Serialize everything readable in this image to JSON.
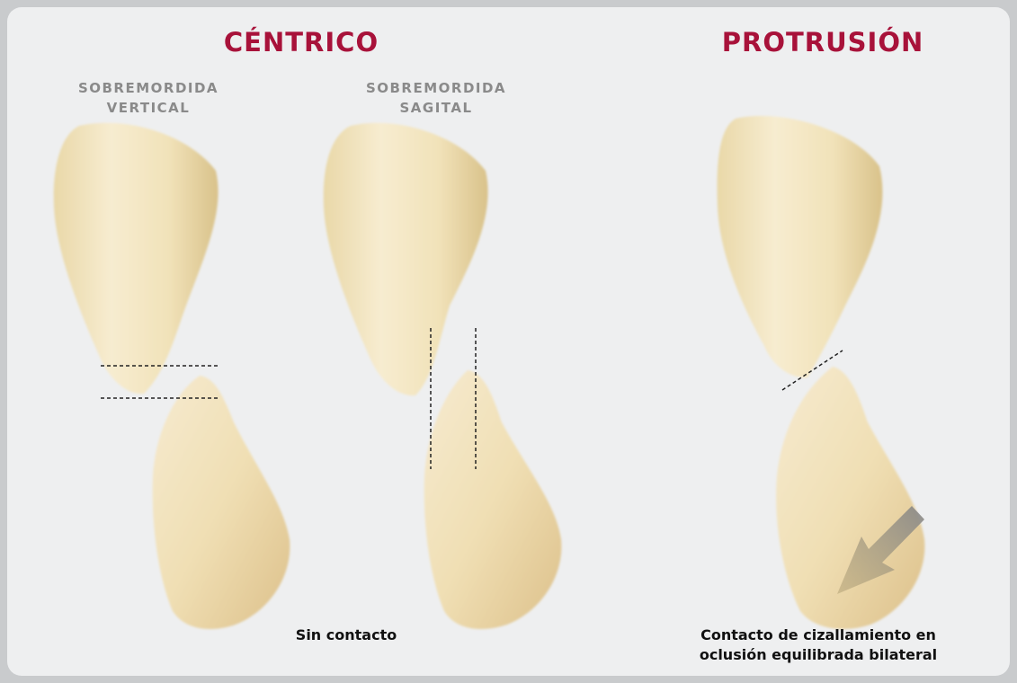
{
  "headings": {
    "centric": "CÉNTRICO",
    "protrusion": "PROTRUSIÓN"
  },
  "sublabels": {
    "vertical_line1": "SOBREMORDIDA",
    "vertical_line2": "VERTICAL",
    "sagittal_line1": "SOBREMORDIDA",
    "sagittal_line2": "SAGITAL"
  },
  "captions": {
    "no_contact": "Sin contacto",
    "shear_line1": "Contacto de cizallamiento en",
    "shear_line2": "oclusión equilibrada bilateral"
  },
  "colors": {
    "heading": "#a8123a",
    "sublabel": "#8a8a8a",
    "caption": "#111111",
    "tooth": "#efe1b8",
    "arrow": "#8f8f8f"
  }
}
